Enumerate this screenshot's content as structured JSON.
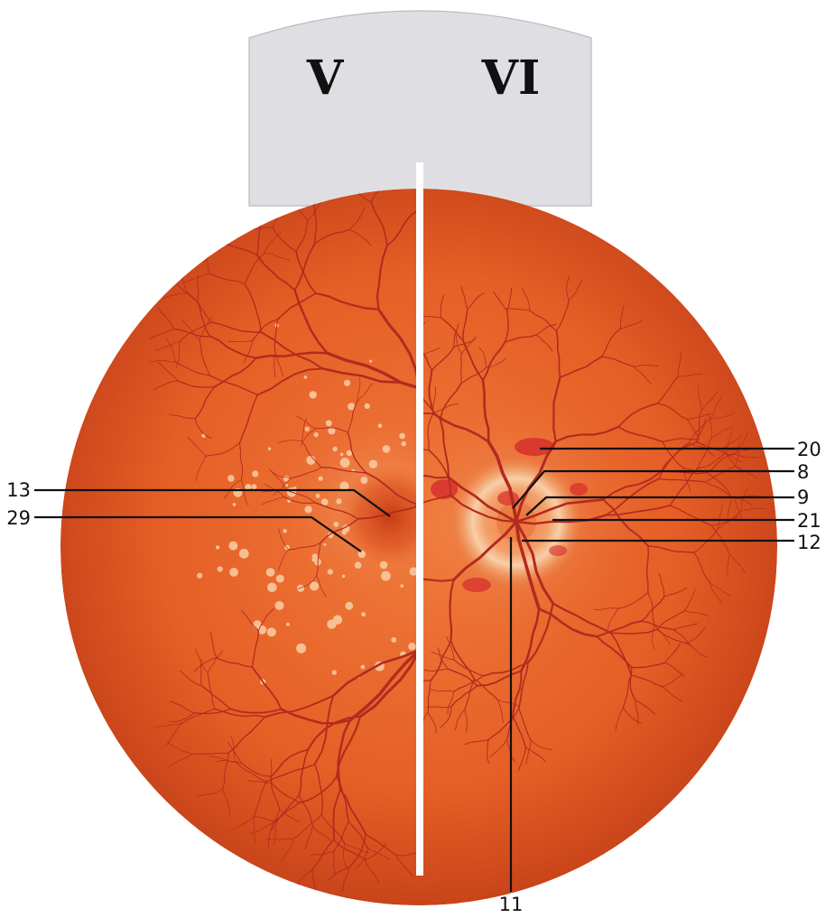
{
  "panels": [
    {
      "id": "left",
      "label": "V"
    },
    {
      "id": "right",
      "label": "VI"
    }
  ],
  "callouts": [
    {
      "id": "c20",
      "label": "20"
    },
    {
      "id": "c8",
      "label": "8"
    },
    {
      "id": "c9",
      "label": "9"
    },
    {
      "id": "c21",
      "label": "21"
    },
    {
      "id": "c12",
      "label": "12"
    },
    {
      "id": "c13",
      "label": "13"
    },
    {
      "id": "c29",
      "label": "29"
    },
    {
      "id": "c11",
      "label": "11"
    }
  ],
  "colors": {
    "fundus_base": "#e8652a",
    "fundus_edge": "#c9441a",
    "vessel": "#b52a1f",
    "header_bg": "#dfdfe3",
    "exudate": "#f7c49a",
    "hemorrhage": "#d62c2c",
    "disc": "#f6b27a"
  }
}
